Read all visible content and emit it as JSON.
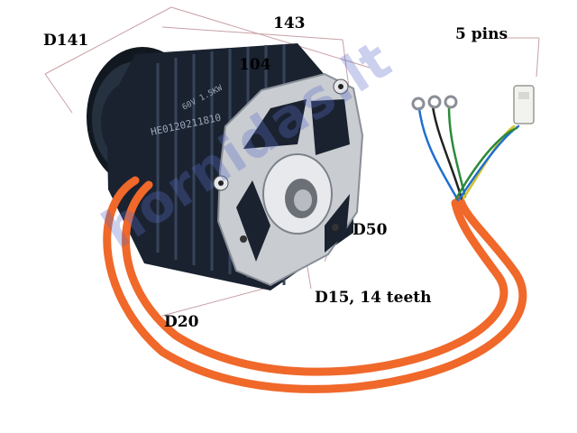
{
  "labels": {
    "d141": "D141",
    "length143": "143",
    "length104": "104",
    "pins": "5 pins",
    "d50": "D50",
    "d15": "D15, 14 teeth",
    "d20": "D20"
  },
  "motor_text": {
    "model": "HE0120211810",
    "rating": "60V 1.5KW"
  },
  "watermark": "hornidas.lt",
  "colors": {
    "cable": "#f0682a",
    "motor_body": "#1a2230",
    "flange": "#c9ccd1"
  }
}
